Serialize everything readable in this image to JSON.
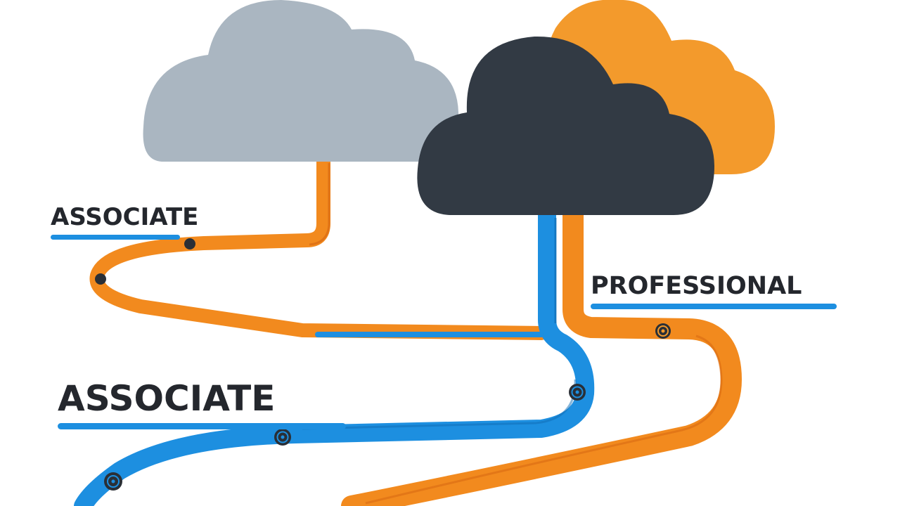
{
  "labels": {
    "associate_top": "ASSOCIATE",
    "professional": "PROFESSIONAL",
    "associate_bottom": "ASSOCIATE"
  },
  "colors": {
    "background": "#ffffff",
    "cloud_gray": "#aab6c1",
    "cloud_orange": "#f39a2c",
    "cloud_dark": "#323a44",
    "path_orange": "#f28a1e",
    "path_orange_dark": "#d86a12",
    "path_blue": "#1d8fe0",
    "path_blue_dark": "#0f6cb3",
    "underline_blue": "#1d8fe0",
    "text": "#24272d",
    "marker_dark": "#2a2f36"
  },
  "icons": {
    "milestone_marker": "gear-badge-icon",
    "waypoint_dot": "dot-icon"
  }
}
